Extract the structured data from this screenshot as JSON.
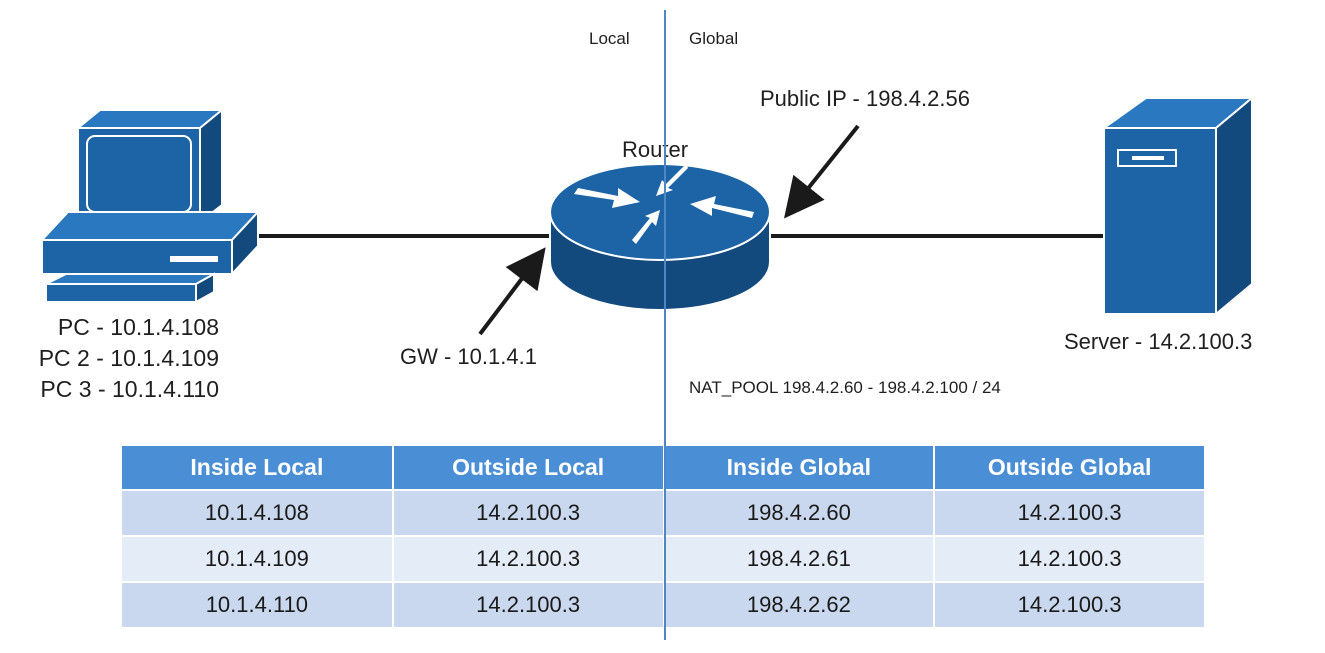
{
  "zones": {
    "local": "Local",
    "global": "Global"
  },
  "router": {
    "label": "Router",
    "public_ip": "Public IP - 198.4.2.56",
    "gateway": "GW - 10.1.4.1"
  },
  "pcs": [
    "PC - 10.1.4.108",
    "PC 2 - 10.1.4.109",
    "PC 3 - 10.1.4.110"
  ],
  "server": {
    "label": "Server - 14.2.100.3"
  },
  "nat_pool": "NAT_POOL 198.4.2.60 - 198.4.2.100 / 24",
  "table": {
    "headers": [
      "Inside Local",
      "Outside Local",
      "Inside Global",
      "Outside Global"
    ],
    "rows": [
      [
        "10.1.4.108",
        "14.2.100.3",
        "198.4.2.60",
        "14.2.100.3"
      ],
      [
        "10.1.4.109",
        "14.2.100.3",
        "198.4.2.61",
        "14.2.100.3"
      ],
      [
        "10.1.4.110",
        "14.2.100.3",
        "198.4.2.62",
        "14.2.100.3"
      ]
    ]
  },
  "colors": {
    "device": "#1d64a6",
    "device_dark": "#124a7d",
    "header": "#4a8fd5",
    "row_odd": "#c9d8ee",
    "row_even": "#e4ecf7"
  }
}
